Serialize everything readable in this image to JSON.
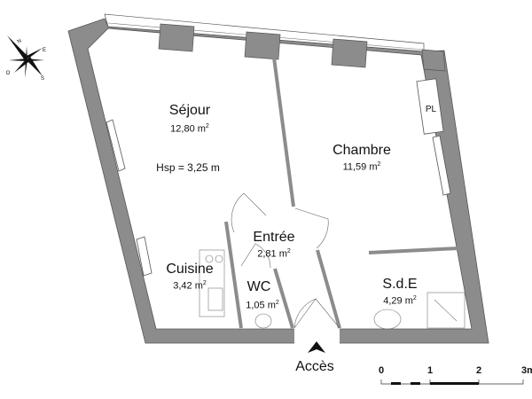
{
  "rooms": [
    {
      "name": "Séjour",
      "area": "12,80 m",
      "extra": "Hsp = 3,25 m"
    },
    {
      "name": "Chambre",
      "area": "11,59 m"
    },
    {
      "name": "Entrée",
      "area": "2,81 m"
    },
    {
      "name": "Cuisine",
      "area": "3,42 m"
    },
    {
      "name": "WC",
      "area": "1,05 m"
    },
    {
      "name": "S.d.E",
      "area": "4,29 m"
    }
  ],
  "area_unit_exponent": "2",
  "closet_label": "PL",
  "entrance_label": "Accès",
  "compass": {
    "n": "N",
    "e": "E",
    "s": "S",
    "o": "O"
  },
  "scale_bar": {
    "ticks": [
      "0",
      "1",
      "2",
      "3m"
    ]
  },
  "colors": {
    "wall": "#8c8c8c",
    "wall_edge": "#555555",
    "line": "#333333"
  }
}
